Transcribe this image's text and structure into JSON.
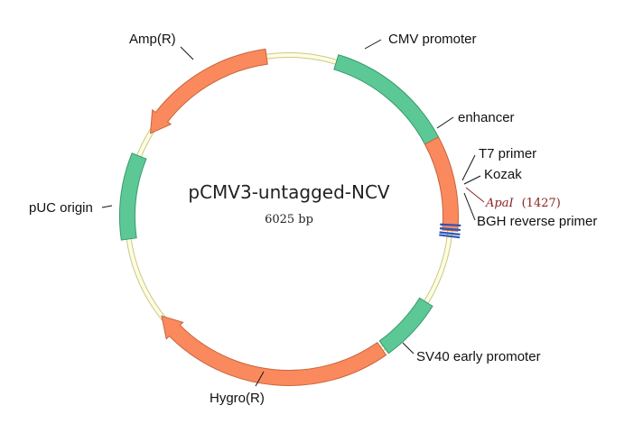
{
  "plasmid": {
    "name": "pCMV3-untagged-NCV",
    "size_label": "6025 bp"
  },
  "colors": {
    "backbone_fill": "#fffde0",
    "backbone_stroke": "#c8c88a",
    "promoter": "#5cc896",
    "promoter_stroke": "#3a9a6a",
    "gene": "#fa8a5e",
    "gene_stroke": "#c8643a",
    "primer": "#2f55b4",
    "site_text": "#8b2323"
  },
  "features": [
    {
      "label": "CMV promoter",
      "start_deg": 17,
      "end_deg": 62,
      "color": "promoter",
      "arrow": "none"
    },
    {
      "label": "enhancer",
      "start_deg": 62,
      "end_deg": 95,
      "color": "gene",
      "arrow": "none"
    },
    {
      "label": "SV40 early promoter",
      "start_deg": 122,
      "end_deg": 144,
      "color": "promoter",
      "arrow": "none"
    },
    {
      "label": "Hygro(R)",
      "start_deg": 145,
      "end_deg": 232,
      "color": "gene",
      "arrow": "end"
    },
    {
      "label": "pUC origin",
      "start_deg": 262,
      "end_deg": 292,
      "color": "promoter",
      "arrow": "none"
    },
    {
      "label": "Amp(R)",
      "start_deg": 301,
      "end_deg": 352,
      "color": "gene",
      "arrow": "start"
    }
  ],
  "markers": [
    {
      "label": "T7 primer",
      "deg": 93
    },
    {
      "label": "Kozak",
      "deg": 94.5
    },
    {
      "label": "BGH reverse primer",
      "deg": 97
    }
  ],
  "site": {
    "name": "ApaI",
    "position": "(1427)",
    "deg": 96
  }
}
